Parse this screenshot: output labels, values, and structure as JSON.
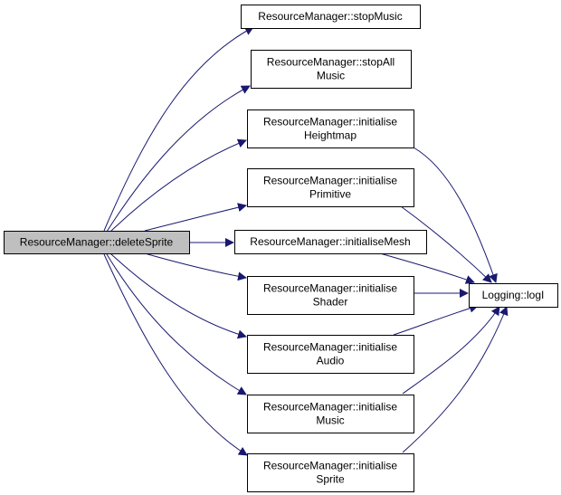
{
  "diagram": {
    "root": {
      "label": [
        "ResourceManager::deleteSprite"
      ]
    },
    "callees": [
      {
        "id": "stopMusic",
        "label": [
          "ResourceManager::stopMusic"
        ]
      },
      {
        "id": "stopAllMusic",
        "label": [
          "ResourceManager::stopAll",
          "Music"
        ]
      },
      {
        "id": "initialiseHeightmap",
        "label": [
          "ResourceManager::initialise",
          "Heightmap"
        ]
      },
      {
        "id": "initialisePrimitive",
        "label": [
          "ResourceManager::initialise",
          "Primitive"
        ]
      },
      {
        "id": "initialiseMesh",
        "label": [
          "ResourceManager::initialiseMesh"
        ]
      },
      {
        "id": "initialiseShader",
        "label": [
          "ResourceManager::initialise",
          "Shader"
        ]
      },
      {
        "id": "initialiseAudio",
        "label": [
          "ResourceManager::initialise",
          "Audio"
        ]
      },
      {
        "id": "initialiseMusic",
        "label": [
          "ResourceManager::initialise",
          "Music"
        ]
      },
      {
        "id": "initialiseSprite",
        "label": [
          "ResourceManager::initialise",
          "Sprite"
        ]
      }
    ],
    "logger": {
      "label": [
        "Logging::logI"
      ]
    },
    "colors": {
      "edge": "#191970",
      "node_border": "#000000",
      "root_fill": "#bfbfbf",
      "node_fill": "#ffffff"
    }
  }
}
